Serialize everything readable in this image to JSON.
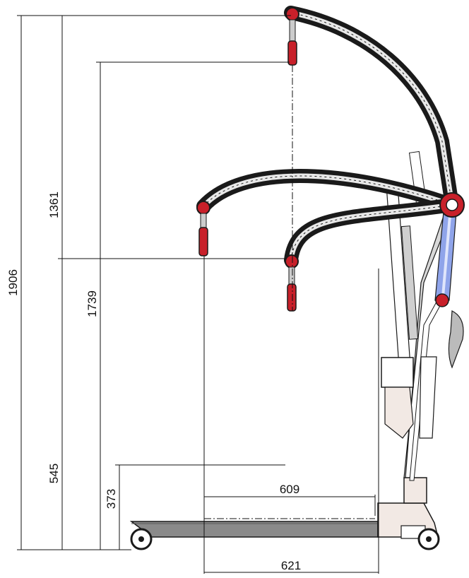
{
  "diagram": {
    "dimensions": {
      "overall_height": "1906",
      "upper_arm_span": "1361",
      "hook_high_height": "1739",
      "lowest_arm_height": "545",
      "lowest_hook_height": "373",
      "inner_base_width": "609",
      "outer_base_width": "621"
    },
    "colors": {
      "frame": "#1a1a1a",
      "joint_red": "#c8202a",
      "boom_blue": "#8fa4ea",
      "base_grey": "#8a8a8a",
      "line": "#111111"
    }
  }
}
